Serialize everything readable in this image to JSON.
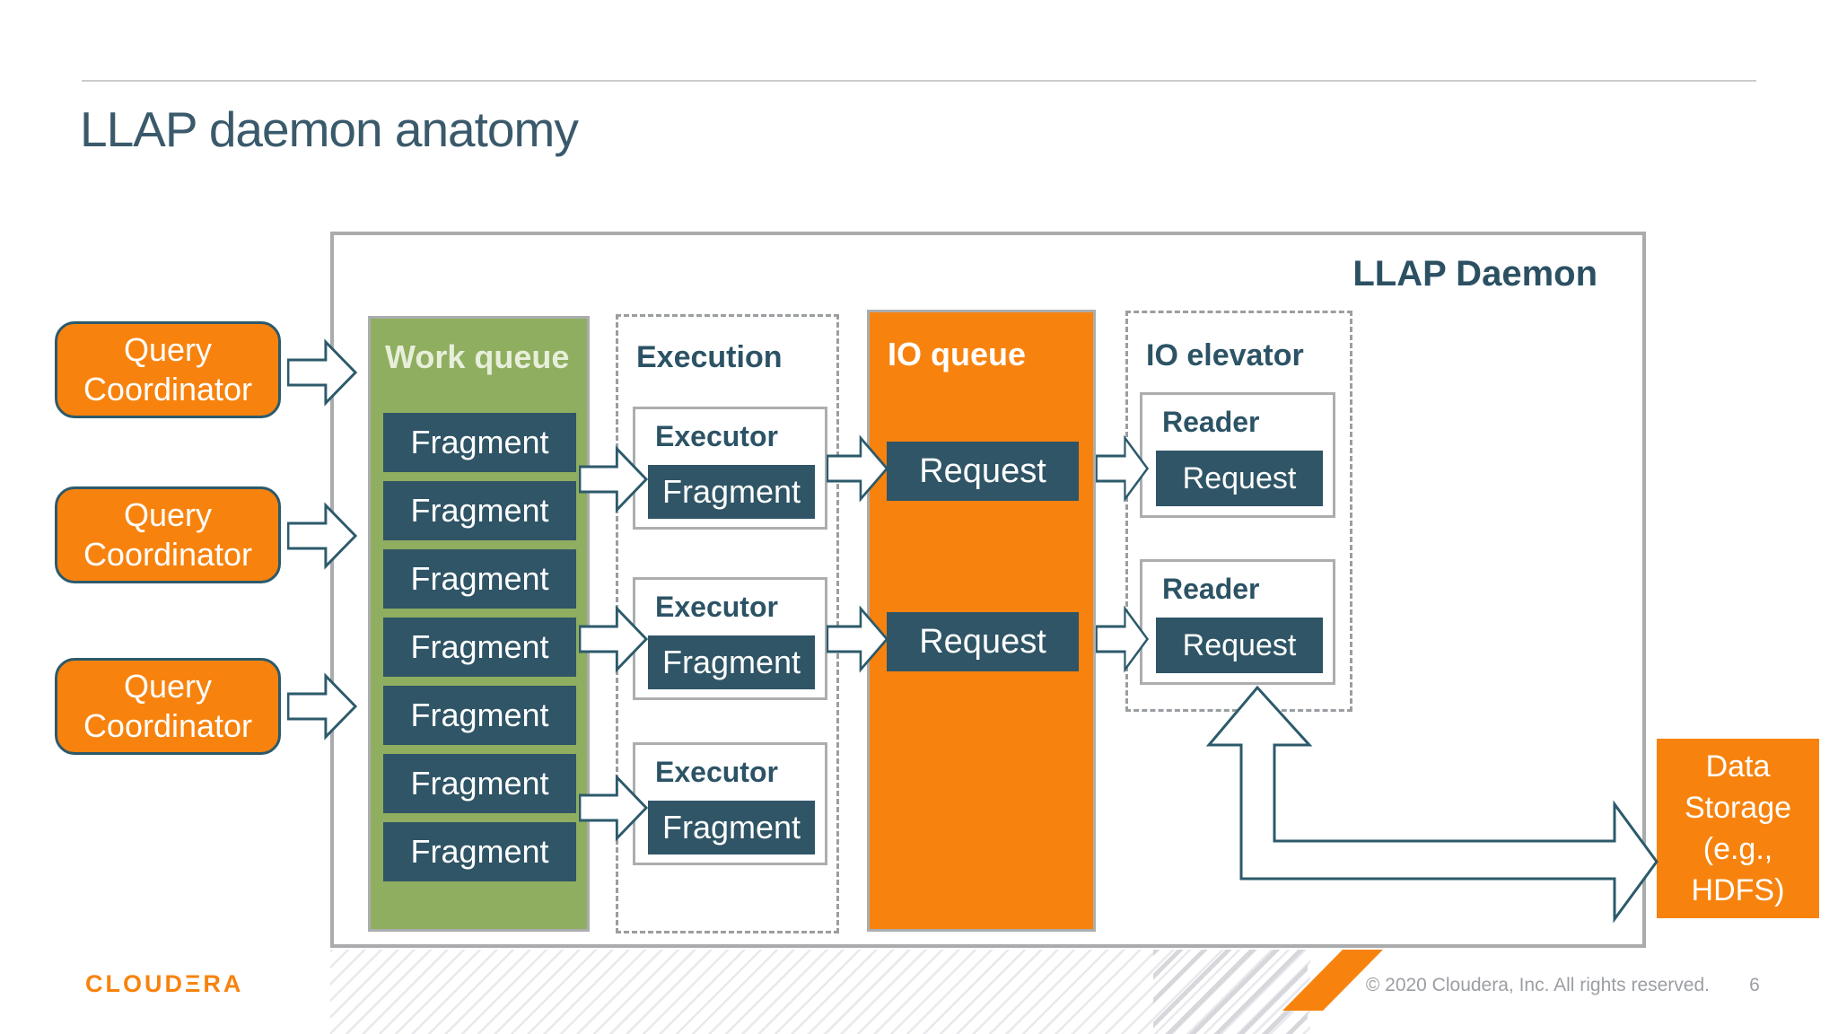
{
  "title": "LLAP daemon anatomy",
  "daemon": {
    "label": "LLAP Daemon"
  },
  "coordinators": [
    "Query Coordinator",
    "Query Coordinator",
    "Query Coordinator"
  ],
  "work_queue": {
    "title": "Work queue",
    "fragments": [
      "Fragment",
      "Fragment",
      "Fragment",
      "Fragment",
      "Fragment",
      "Fragment",
      "Fragment"
    ]
  },
  "execution": {
    "title": "Execution",
    "executors": [
      {
        "label": "Executor",
        "fragment": "Fragment"
      },
      {
        "label": "Executor",
        "fragment": "Fragment"
      },
      {
        "label": "Executor",
        "fragment": "Fragment"
      }
    ]
  },
  "io_queue": {
    "title": "IO queue",
    "requests": [
      "Request",
      "Request"
    ]
  },
  "io_elevator": {
    "title": "IO elevator",
    "readers": [
      {
        "label": "Reader",
        "request": "Request"
      },
      {
        "label": "Reader",
        "request": "Request"
      }
    ]
  },
  "data_storage": {
    "label": "Data Storage (e.g., HDFS)"
  },
  "footer": {
    "logo_text": "CLOUDΞRA",
    "copyright": "© 2020 Cloudera, Inc. All rights reserved.",
    "page_number": "6"
  },
  "colors": {
    "orange": "#f7830e",
    "slate_box": "#2f5566",
    "outline_teal": "#2c5a6b",
    "green_column": "#8fae60",
    "gray_border": "#abadaf",
    "title_teal": "#3a5a6b",
    "footer_gray": "#9b9ea3"
  }
}
